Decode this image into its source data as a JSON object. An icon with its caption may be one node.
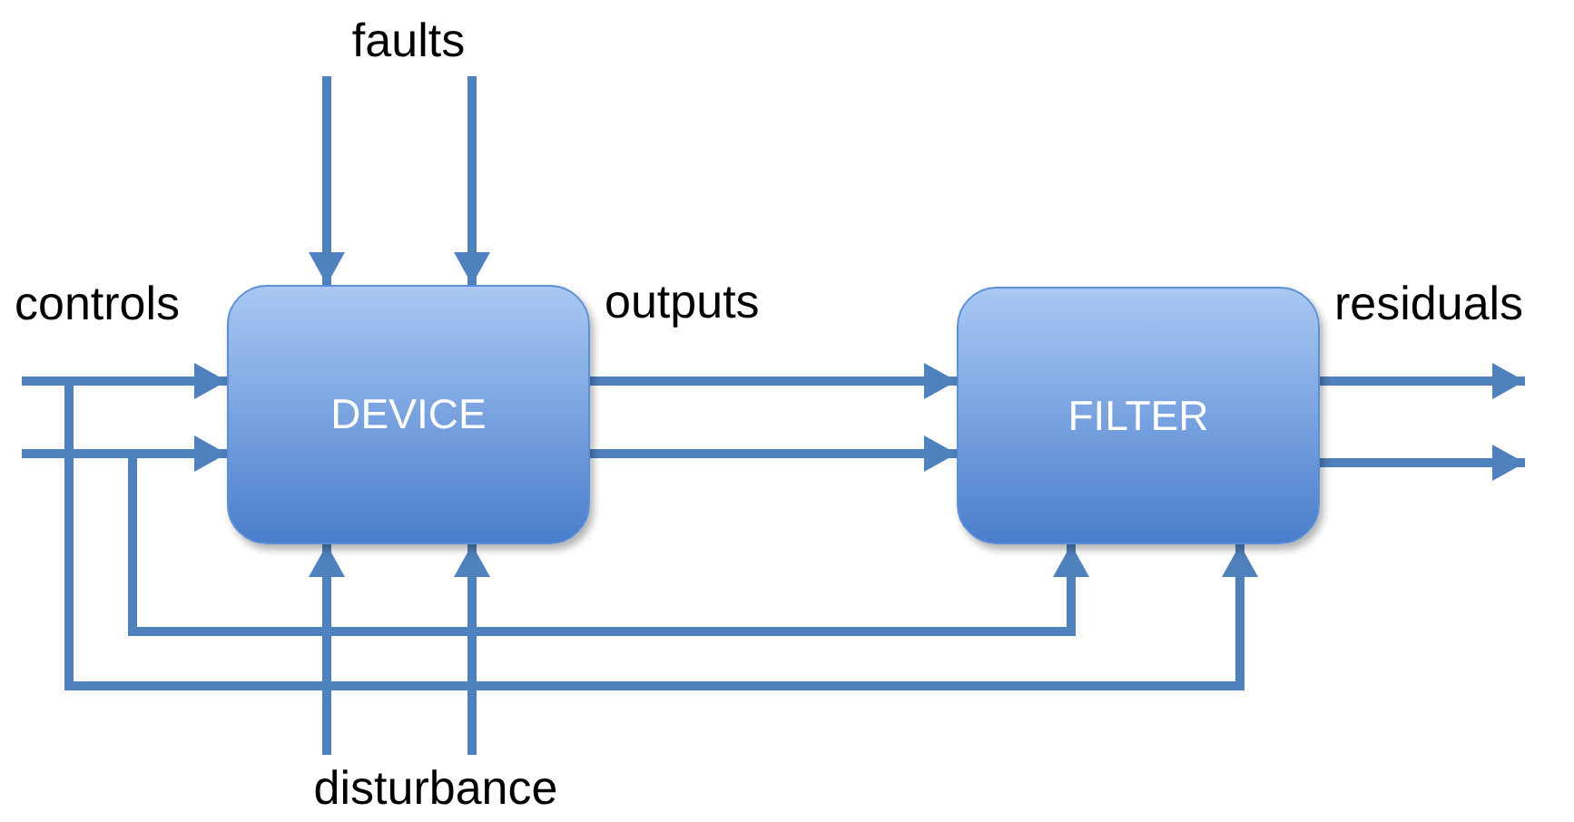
{
  "diagram": {
    "nodes": [
      {
        "text": [
          "faults"
        ]
      },
      {
        "text": [
          "DEVICE"
        ],
        "beside": [
          "outputs"
        ]
      },
      {
        "text": [
          "FILTER"
        ],
        "beside": [
          "residuals"
        ]
      },
      {
        "text": [
          "disturbance"
        ]
      }
    ],
    "edges": [
      {
        "from": 0,
        "to": 1,
        "arrow": "to"
      },
      {
        "from": 0,
        "to": 1,
        "arrow": "to"
      },
      {
        "from": null,
        "to": 1,
        "arrow": "to"
      },
      {
        "from": null,
        "to": 1,
        "arrow": "to"
      },
      {
        "from": 1,
        "to": 2,
        "arrow": "to"
      },
      {
        "from": 1,
        "to": 2,
        "arrow": "to"
      },
      {
        "from": null,
        "to": 2,
        "arrow": "to"
      },
      {
        "from": null,
        "to": 2,
        "arrow": "to"
      },
      {
        "from": 3,
        "to": 1,
        "arrow": "to"
      },
      {
        "from": 3,
        "to": 1,
        "arrow": "to"
      },
      {
        "from": 2,
        "to": null,
        "arrow": "to"
      },
      {
        "from": 2,
        "to": null,
        "arrow": "to"
      }
    ],
    "labels": [
      "controls"
    ]
  }
}
